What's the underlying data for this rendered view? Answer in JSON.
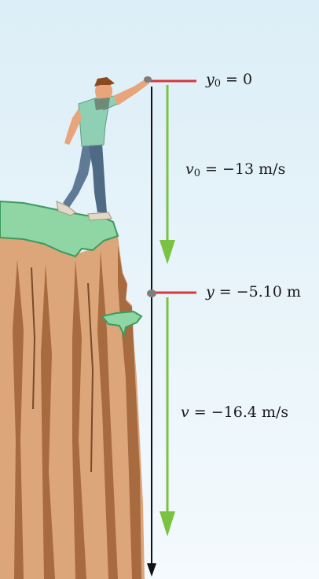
{
  "labels": {
    "y0": {
      "symbol": "y",
      "subscript": "0",
      "rest": " = 0"
    },
    "v0": {
      "symbol": "v",
      "subscript": "0",
      "rest": " = −13 m/s"
    },
    "y": {
      "symbol": "y",
      "subscript": "",
      "rest": " = −5.10 m"
    },
    "v": {
      "symbol": "v",
      "subscript": "",
      "rest": " = −16.4 m/s"
    }
  },
  "colors": {
    "sky_top": "#dceef7",
    "sky_bottom": "#f4fafd",
    "grass": "#8fd6a4",
    "grass_edge": "#3c9a5f",
    "rock": "#dca57a",
    "rock_shadow": "#a86a3f",
    "rock_dark": "#7a4a26",
    "reference_line": "#d9363e",
    "velocity_arrow": "#7cc242",
    "axis": "#111111",
    "shirt": "#8fcfb4",
    "pants": "#5f7a94",
    "skin": "#e8a47a",
    "hair": "#8b4a1e",
    "rock_ball": "#7d7d7d"
  },
  "icons": {
    "person": "person-throwing-icon",
    "cliff": "cliff-icon",
    "stone": "stone-icon"
  }
}
